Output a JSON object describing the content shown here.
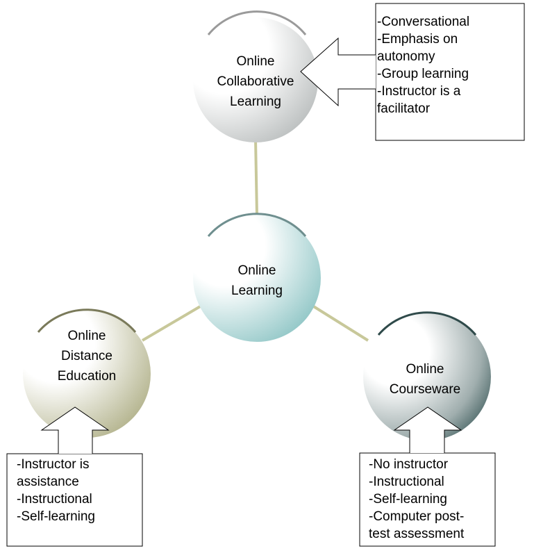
{
  "nodes": {
    "center": {
      "lines": [
        "Online",
        "Learning"
      ]
    },
    "top": {
      "lines": [
        "Online",
        "Collaborative",
        "Learning"
      ]
    },
    "left": {
      "lines": [
        "Online",
        "Distance",
        "Education"
      ]
    },
    "right": {
      "lines": [
        "Online",
        "Courseware"
      ]
    }
  },
  "callouts": {
    "top": [
      "-Conversational",
      "-Emphasis on",
      "autonomy",
      "-Group learning",
      "-Instructor is a",
      "facilitator"
    ],
    "left": [
      "-Instructor is",
      "assistance",
      "-Instructional",
      "-Self-learning"
    ],
    "right": [
      "-No instructor",
      "-Instructional",
      "-Self-learning",
      "-Computer post-",
      "test assessment"
    ]
  },
  "colors": {
    "connector": "#c8c89a",
    "center_accent": "#8cc4c4",
    "top_accent": "#b8bcbc",
    "left_accent": "#b4b48c",
    "right_accent": "#3c5a5a"
  }
}
